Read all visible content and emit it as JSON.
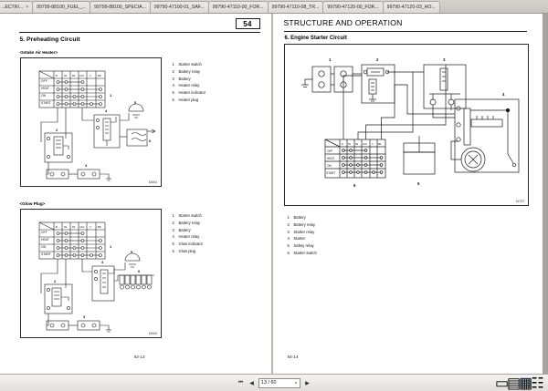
{
  "window": {
    "tabs": [
      {
        "label": "...ECTRI...",
        "truncated": true,
        "closable": true,
        "close_glyph": "×"
      },
      {
        "label": "99799-88100_FUEL_...",
        "truncated": true
      },
      {
        "label": "99799-88100_SPECIA...",
        "truncated": true
      },
      {
        "label": "99790-47100-01_SAF...",
        "truncated": true
      },
      {
        "label": "99790-47110-00_FOR...",
        "truncated": true
      },
      {
        "label": "99790-47110-08_TR...",
        "truncated": true
      },
      {
        "label": "99790-47120-00_FOR...",
        "truncated": true
      },
      {
        "label": "99790-47120-03_HO...",
        "truncated": true
      }
    ]
  },
  "left_page": {
    "page_badge": "54",
    "section_title": "5.  Preheating Circuit",
    "subsections": [
      {
        "heading": "<Intake Air Heater>",
        "figure_code": "18461"
      },
      {
        "heading": "<Glow Plug>",
        "figure_code": "18462"
      }
    ],
    "legend_intake": [
      {
        "num": "1",
        "label": "Starter switch"
      },
      {
        "num": "2",
        "label": "Battery relay"
      },
      {
        "num": "3",
        "label": "Battery"
      },
      {
        "num": "4",
        "label": "Heater relay"
      },
      {
        "num": "5",
        "label": "Heater indicator"
      },
      {
        "num": "6",
        "label": "Heater plug"
      }
    ],
    "legend_glow": [
      {
        "num": "1",
        "label": "Starter switch"
      },
      {
        "num": "2",
        "label": "Battery relay"
      },
      {
        "num": "3",
        "label": "Battery"
      },
      {
        "num": "4",
        "label": "Heater relay"
      },
      {
        "num": "5",
        "label": "Glow indicator"
      },
      {
        "num": "6",
        "label": "Glow plug"
      }
    ],
    "switch_table": {
      "columns": [
        "B",
        "R1",
        "R2",
        "ACC",
        "C",
        "BR"
      ],
      "rows": [
        {
          "mode": "OFF",
          "cells": [
            1,
            1,
            0,
            1,
            0,
            0
          ]
        },
        {
          "mode": "HEAT",
          "cells": [
            1,
            1,
            0,
            1,
            0,
            1
          ]
        },
        {
          "mode": "ON",
          "cells": [
            1,
            1,
            1,
            1,
            0,
            1
          ]
        },
        {
          "mode": "START",
          "cells": [
            1,
            1,
            1,
            1,
            1,
            1
          ]
        }
      ]
    },
    "footer": "54-13"
  },
  "right_page": {
    "header_title": "STRUCTURE AND OPERATION",
    "section_title": "6.  Engine Starter Circuit",
    "figure_code": "16757",
    "legend": [
      {
        "num": "1",
        "label": "Battery"
      },
      {
        "num": "2",
        "label": "Battery relay"
      },
      {
        "num": "3",
        "label": "Starter relay"
      },
      {
        "num": "4",
        "label": "Starter"
      },
      {
        "num": "5",
        "label": "Safety relay"
      },
      {
        "num": "6",
        "label": "Starter switch"
      }
    ],
    "switch_table": {
      "columns": [
        "B",
        "R1",
        "R2",
        "ACC",
        "C",
        "BR"
      ],
      "rows": [
        {
          "mode": "OFF",
          "cells": [
            1,
            1,
            0,
            1,
            0,
            0
          ]
        },
        {
          "mode": "HEAT",
          "cells": [
            1,
            1,
            0,
            1,
            0,
            1
          ]
        },
        {
          "mode": "ON",
          "cells": [
            1,
            1,
            1,
            1,
            0,
            1
          ]
        },
        {
          "mode": "START",
          "cells": [
            1,
            1,
            1,
            1,
            1,
            1
          ]
        }
      ]
    },
    "callouts": [
      "1",
      "2",
      "3",
      "4",
      "5",
      "6"
    ],
    "footer": "54-14"
  },
  "toolbar": {
    "first_page_glyph": "⏮",
    "prev_page_glyph": "◀",
    "next_page_glyph": "▶",
    "page_value": "13 / 60",
    "page_dropdown_glyph": "▾",
    "view_modes": [
      {
        "name": "single-page",
        "glyph": "▭",
        "active": false
      },
      {
        "name": "continuous-page",
        "glyph": "▤",
        "active": false
      },
      {
        "name": "two-page-spread",
        "glyph": "▦",
        "active": true
      },
      {
        "name": "thumbnail-view",
        "glyph": "☷",
        "active": false
      }
    ]
  }
}
